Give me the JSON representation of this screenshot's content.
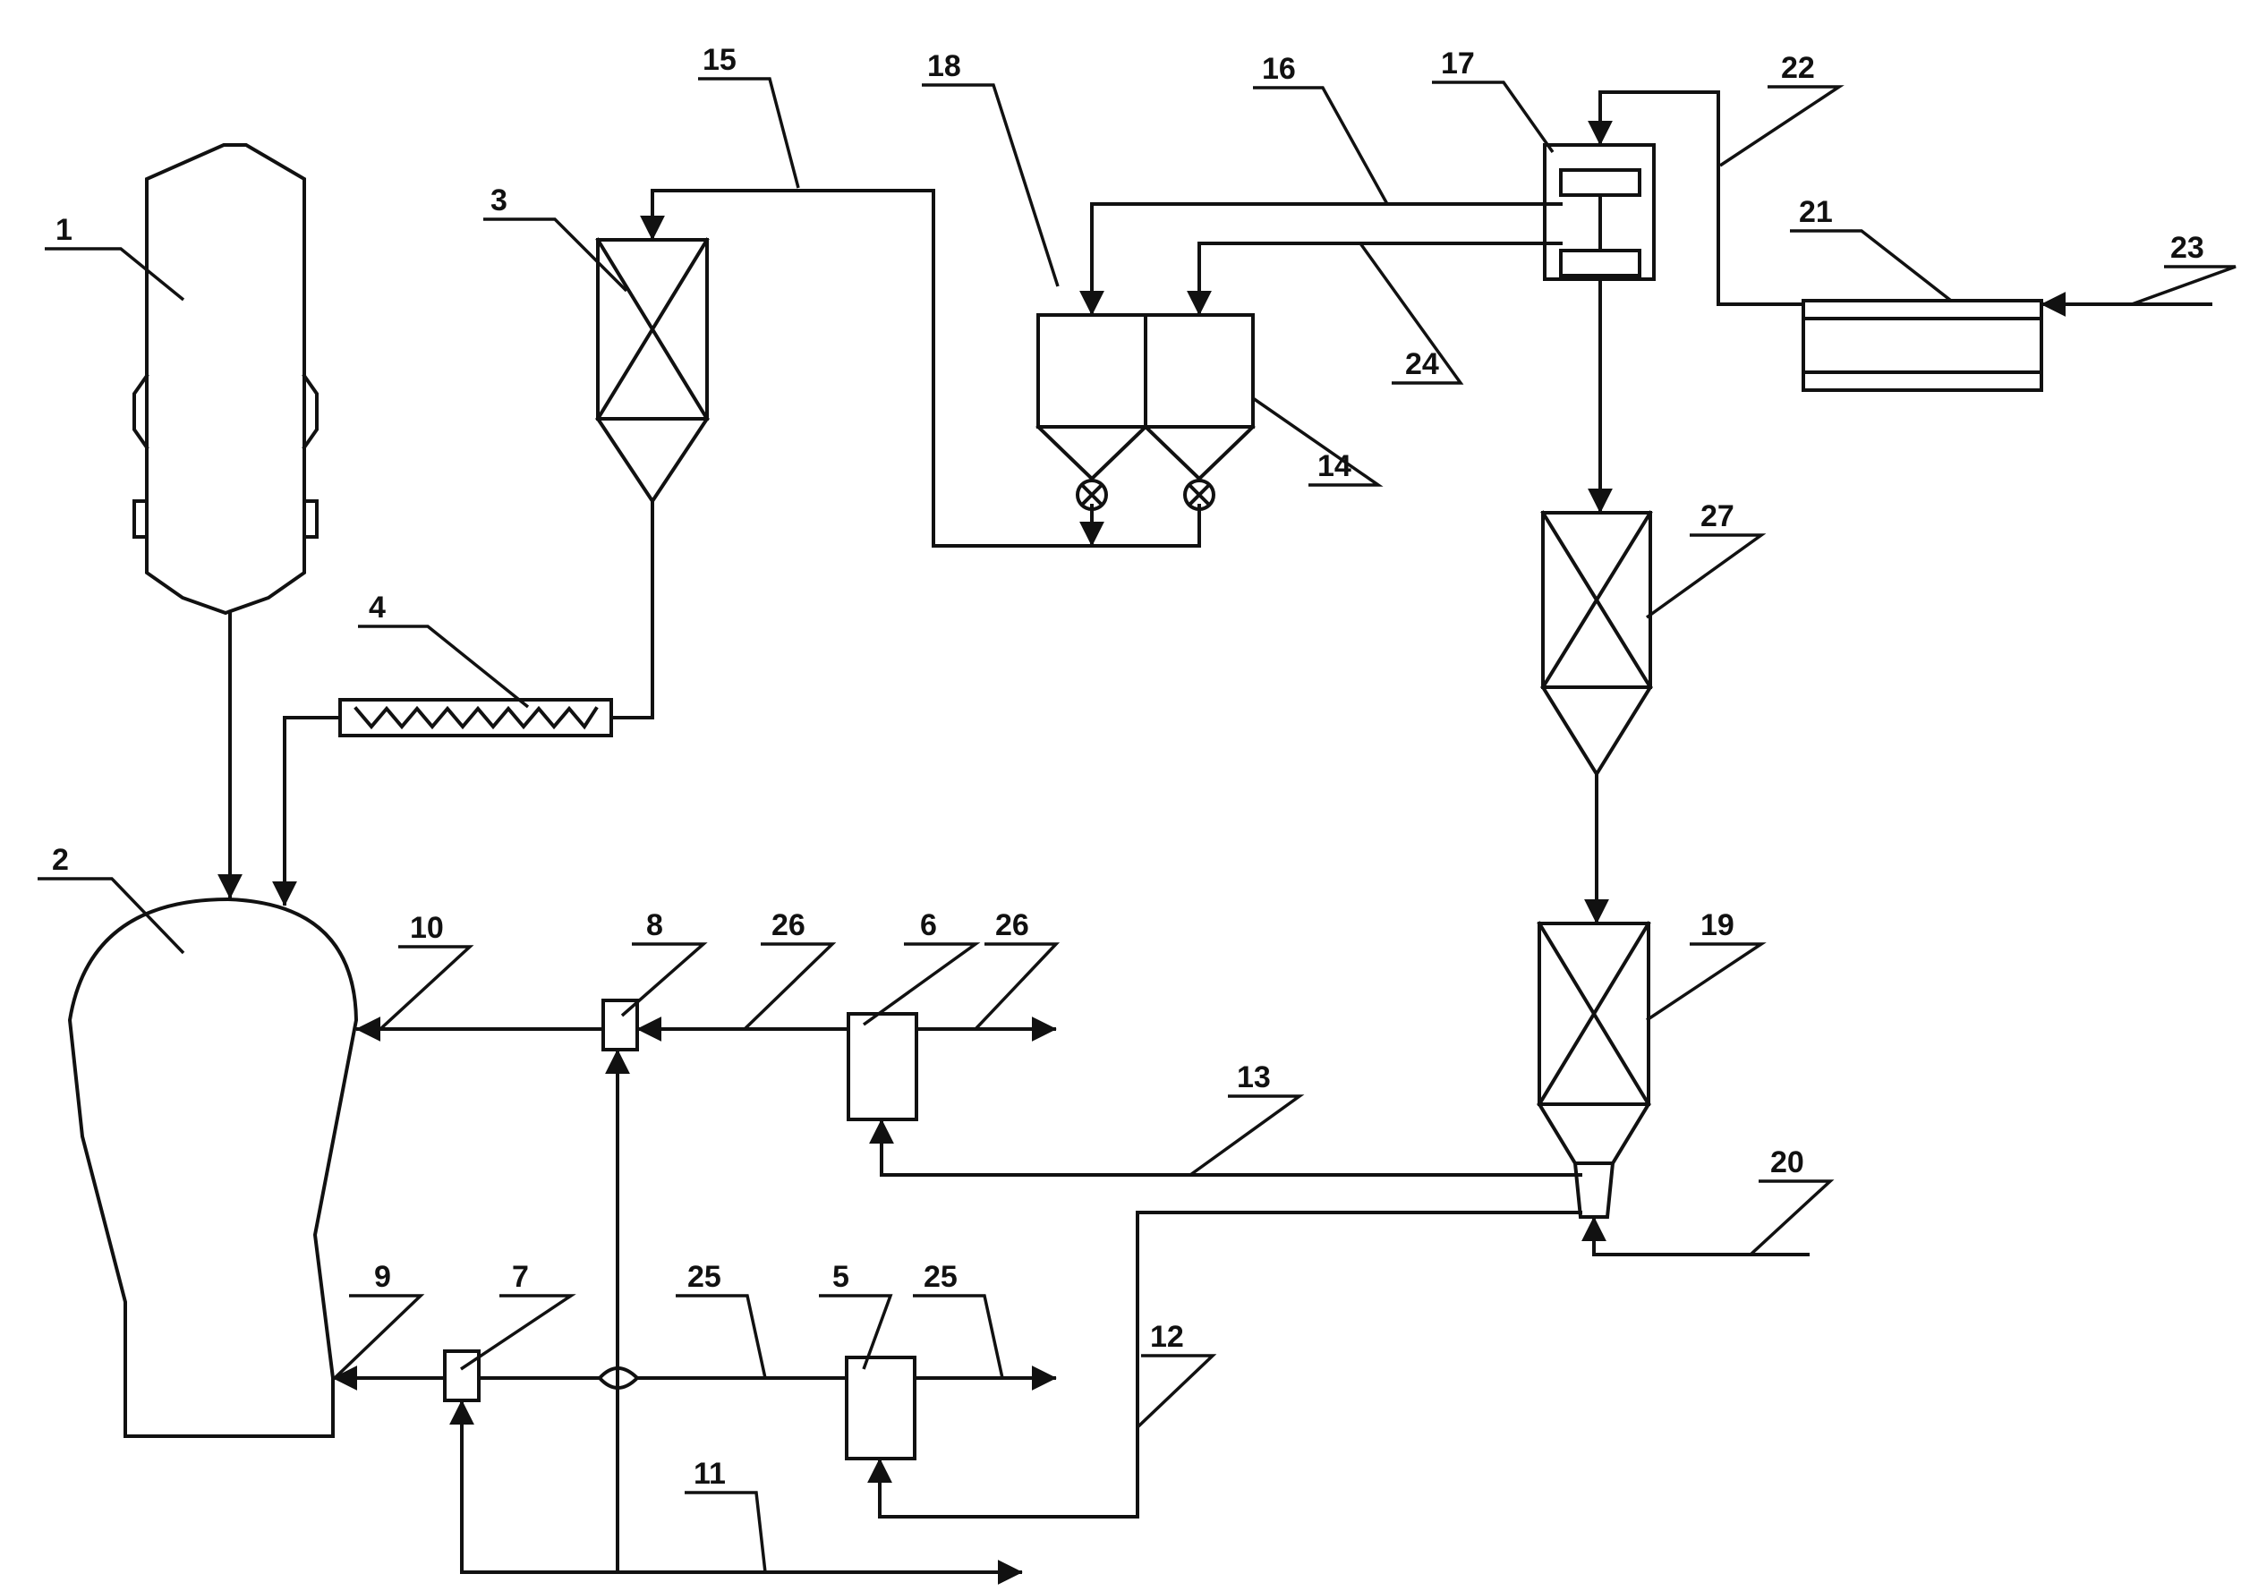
{
  "colors": {
    "line": "#111111",
    "background": "#ffffff"
  },
  "labels": {
    "l1": "1",
    "l2": "2",
    "l3": "3",
    "l4": "4",
    "l5": "5",
    "l6": "6",
    "l7": "7",
    "l8": "8",
    "l9": "9",
    "l10": "10",
    "l11": "11",
    "l12": "12",
    "l13": "13",
    "l14": "14",
    "l15": "15",
    "l16": "16",
    "l17": "17",
    "l18": "18",
    "l19": "19",
    "l20": "20",
    "l21": "21",
    "l22": "22",
    "l23": "23",
    "l24": "24",
    "l25a": "25",
    "l25b": "25",
    "l26a": "26",
    "l26b": "26",
    "l27": "27"
  }
}
